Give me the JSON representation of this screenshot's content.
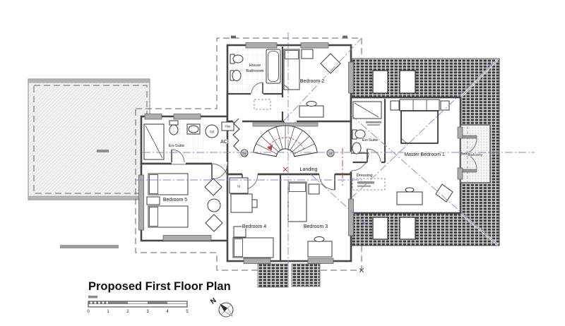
{
  "title": "Proposed First Floor Plan",
  "rooms": {
    "house_bathroom_line1": "House",
    "house_bathroom_line2": "Bathroom",
    "bedroom2": "Bedroom 2",
    "ensuite_left": "En-Suite",
    "airing_cupboard": "AC",
    "cylinder": "Cyl",
    "flue": "Flue",
    "landing": "Landing",
    "bedroom5": "Bedroom 5",
    "store": "St",
    "bedroom4": "Bedroom 4",
    "bedroom3": "Bedroom 3",
    "ensuite_right": "En-Suite",
    "dressing": "Dressing",
    "master_bedroom": "Master Bedroom 1",
    "balcony": "Balcony"
  },
  "scale_bar": {
    "ticks": [
      "0",
      "1",
      "2",
      "3",
      "4",
      "5"
    ]
  },
  "compass": {
    "north_label": "N"
  },
  "colors": {
    "wall": "#474747",
    "roof_hatch_dark": "#3a3a3a",
    "window_gray": "#adadad",
    "centerline_blue": "#8585c8",
    "section_red": "#c04040"
  }
}
